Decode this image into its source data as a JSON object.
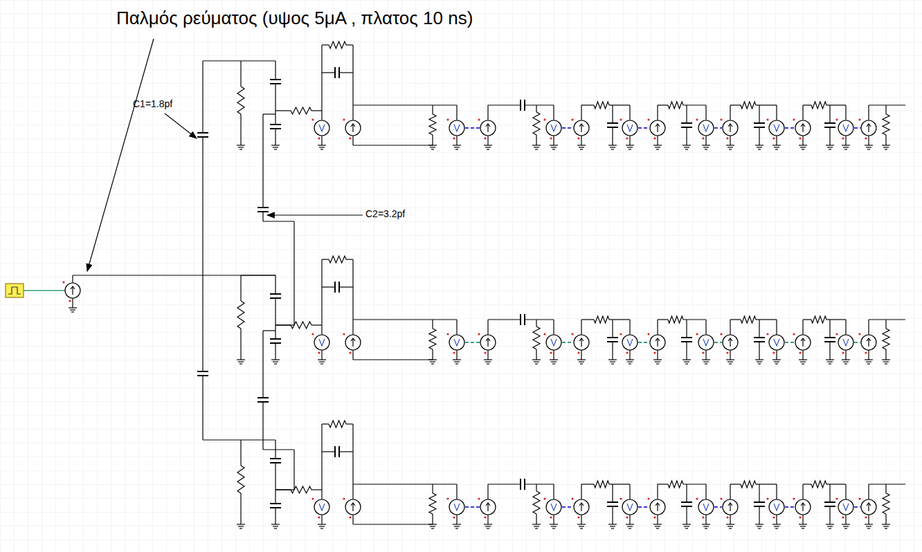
{
  "diagram": {
    "labels": [
      "Παλμός ρεύματος (υψος 5μA , πλατος 10 ns)",
      "C1=1.8pf",
      "C2=3.2pf"
    ]
  }
}
